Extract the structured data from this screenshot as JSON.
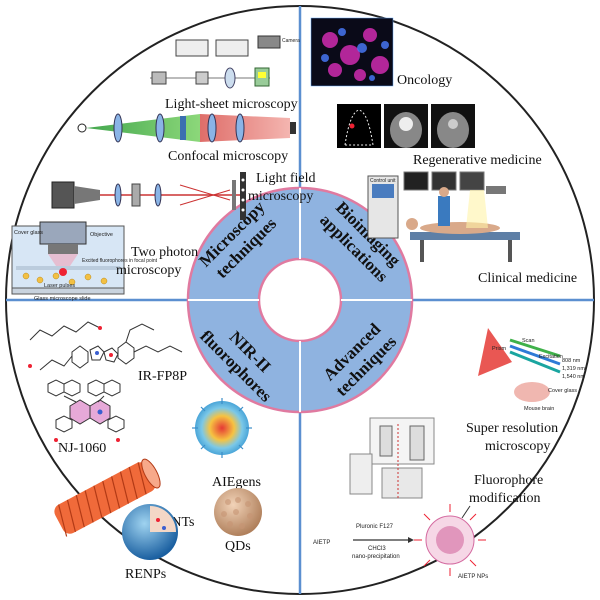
{
  "quadrants": {
    "microscopy": {
      "ring_label": "Microscopy techniques",
      "ring_line1": "Microscopy",
      "ring_line2": "techniques",
      "items": [
        "Light-sheet microscopy",
        "Confocal microscopy",
        "Light field",
        "microscopy",
        "Two photon",
        "microscopy"
      ]
    },
    "bioimaging": {
      "ring_line1": "Bioimaging",
      "ring_line2": "applications",
      "items": [
        "Oncology",
        "Regenerative medicine",
        "Clinical medicine"
      ]
    },
    "fluorophores": {
      "ring_line1": "NIR-II",
      "ring_line2": "fluorophores",
      "items": [
        "IR-FP8P",
        "NJ-1060",
        "SWCNTs",
        "AIEgens",
        "RENPs",
        "QDs"
      ]
    },
    "advanced": {
      "ring_line1": "Advanced",
      "ring_line2": "techniques",
      "items": [
        "Super resolution",
        "microscopy",
        "Fluorophore",
        "modification"
      ]
    }
  },
  "inset_text": {
    "objective": "Objective",
    "cover_glass": "Cover glass",
    "fluorophores_focus": "Excited fluorophores in focal point",
    "laser_pulses": "Laser pulses",
    "slide": "Glass microscope slide",
    "control_unit": "Control unit",
    "pluronic": "Pluronic F127",
    "chcl3": "CHCl3",
    "nanoprecip": "nano-precipitation",
    "aietp": "AIETP",
    "aietp_nps": "AIETP NPs",
    "excitation": "Excitation",
    "wl1": "808 nm",
    "wl2": "1,319 nm",
    "wl3": "1,540 nm",
    "prism": "Prism",
    "scan": "Scan",
    "mouse_brain": "Mouse brain",
    "cover_glass2": "Cover glass",
    "camera": "Camera"
  },
  "colors": {
    "ring": "#8fb3e0",
    "ring_border": "#e07aa0",
    "divider": "#5b8fd0",
    "outer": "#222222"
  }
}
